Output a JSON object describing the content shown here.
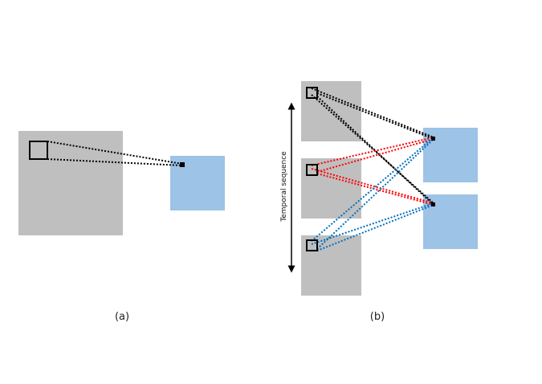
{
  "panels": {
    "a": {
      "caption": "(a)"
    },
    "b": {
      "caption": "(b)",
      "axis_label": "Temporal sequence"
    }
  },
  "colors": {
    "input_map": "#bfbfbf",
    "output_map": "#9dc3e6",
    "frame1_link": "#000000",
    "frame2_link": "#ff0000",
    "frame3_link": "#0070c0",
    "kernel_outline": "#000000"
  }
}
